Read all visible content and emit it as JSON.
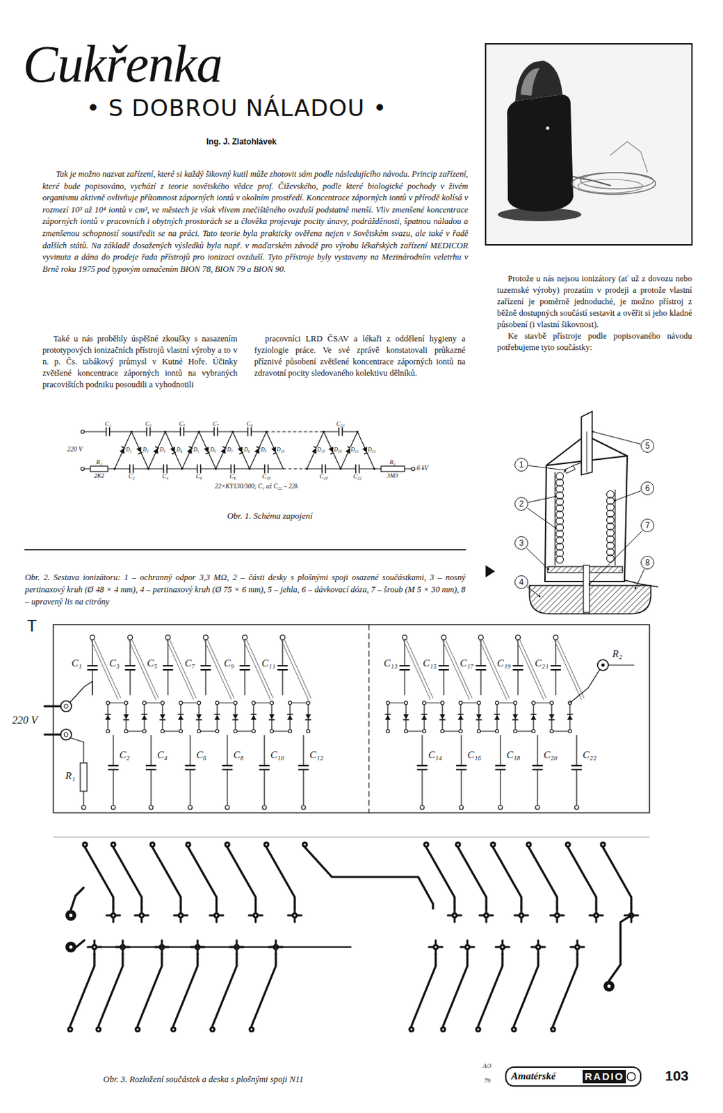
{
  "diagram": {
    "title": "Cukřenka",
    "caption": "Obr. 3. Rozložení součástek a deska s plošnými spoji N11",
    "nodes": [
      {
        "text": [
          "1"
        ]
      },
      {
        "text": [
          "2"
        ]
      },
      {
        "text": [
          "3"
        ]
      },
      {
        "text": [
          "4"
        ]
      },
      {
        "text": [
          "5"
        ]
      },
      {
        "text": [
          "6"
        ]
      },
      {
        "text": [
          "7"
        ]
      },
      {
        "text": [
          "8"
        ]
      }
    ],
    "labels": [
      "• S DOBROU NÁLADOU •",
      "Ing. J. Zlatohlávek",
      "Tak je možno nazvat zařízení, které si každý šikovný kutil může zhotovit sám podle následujícího návodu. Princip zařízení, které bude popisováno, vychází z teorie sovětského vědce prof. Čiževského, podle které biologické pochody v živém organismu aktivně ovlivňuje přítomnost záporných iontů v okolním prostředí. Koncentrace záporných iontů v přírodě kolísá v rozmezí 10³ až 10⁴ iontů v cm³, ve městech je však vlivem znečištěného ovzduší podstatně menší. Vliv zmenšené koncentrace záporných iontů v pracovních i obytných prostorách se u člověka projevuje pocity únavy, podrážděnosti, špatnou náladou a zmenšenou schopností soustředit se na práci. Tato teorie byla prakticky ověřena nejen v Sovětském svazu, ale také v řadě dalších států. Na základě dosažených výsledků byla např. v maďarském závodě pro výrobu lékařských zařízení MEDICOR vyvinuta a dána do prodeje řada přístrojů pro ionizaci ovzduší. Tyto přístroje byly vystaveny na Mezinárodním veletrhu v Brně roku 1975 pod typovým označením BION 78, BION 79 a BION 90.",
      "Také u nás proběhly úspěšné zkoušky s nasazením prototypových ionizačních přístrojů vlastní výroby a to v n. p. Čs. tabákový průmysl v Kutné Hoře. Účinky zvětšené koncentrace záporných iontů na vybraných pracovištích podniku posoudili a vyhodnotili",
      "pracovníci LRD ČSAV a lékaři z oddělení hygieny a fyziologie práce. Ve své zprávě konstatovali průkazné příznivé působení zvětšené koncentrace záporných iontů na zdravotní pocity sledovaného kolektivu dělníků.",
      "Protože u nás nejsou ionizátory (ať už z dovozu nebo tuzemské výroby) prozatím v prodeji a protože vlastní zařízení je poměrně jednoduché, je možno přístroj z běžně dostupných součástí sestavit a ověřit si jeho kladné působení (i vlastní šikovnost).",
      "Ke stavbě přístroje podle popisovaného návodu potřebujeme tyto součástky:",
      "220 V",
      "R₁",
      "2K2",
      "R₂",
      "3M3",
      "6 kV",
      "C₁",
      "C₃",
      "C₅",
      "C₇",
      "C₉",
      "C₂₁",
      "C₂",
      "C₄",
      "C₆",
      "C₈",
      "C₁₀",
      "C₂₀",
      "C₂₂",
      "D₁",
      "D₂",
      "D₃",
      "D₄",
      "D₅",
      "D₆",
      "D₇",
      "D₈",
      "D₉",
      "D₁₀",
      "D₁₉",
      "D₂₀",
      "D₂₁",
      "D₂₂",
      "22×KY130/300; C₁ až C₂₂ – 22k",
      "Obr. 1. Schéma zapojení",
      "Obr. 2. Sestava ionizátoru: 1 – ochranný odpor 3,3 MΩ, 2 – části desky s plošnými spoji osazené součástkami, 3 – nosný pertinaxový kruh (Ø 48 × 4 mm), 4 – pertinaxový kruh (Ø 75 × 6 mm), 5 – jehla, 6 – dávkovací dóza, 7 – šroub (M 5 × 30 mm), 8 – upravený lis na citróny",
      "T",
      "220 V",
      "R₁",
      "R₂",
      "C₁",
      "C₃",
      "C₅",
      "C₇",
      "C₉",
      "C₁₁",
      "C₁₃",
      "C₁₅",
      "C₁₇",
      "C₁₉",
      "C₂₁",
      "C₂",
      "C₄",
      "C₆",
      "C₈",
      "C₁₀",
      "C₁₂",
      "C₁₄",
      "C₁₆",
      "C₁₈",
      "C₂₀",
      "C₂₂",
      "A/3",
      "79",
      "Amatérské",
      "RADIO",
      "103"
    ]
  }
}
